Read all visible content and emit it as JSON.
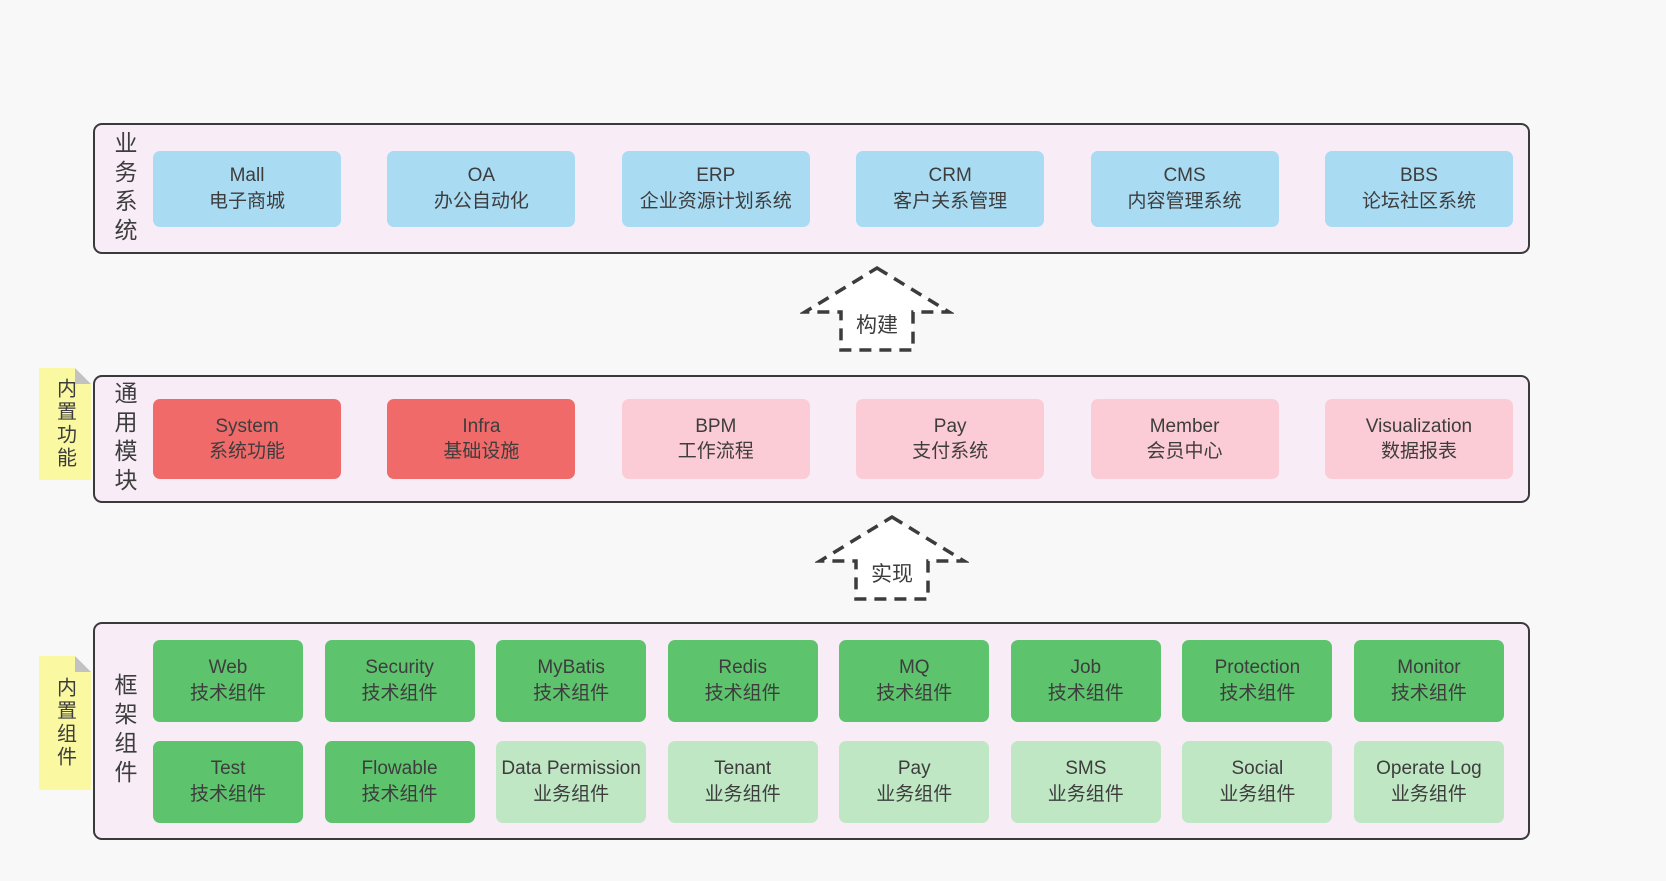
{
  "colors": {
    "background": "#f8f8f8",
    "panel_bg": "#f8edf7",
    "panel_border": "#3a3a3a",
    "blue": "#a9dbf3",
    "red": "#f16a6a",
    "pink": "#fbccd5",
    "green_dark": "#5ec36d",
    "green_light": "#bfe7c4",
    "yellow": "#faf8a0",
    "fold_gray": "#c2c2c2",
    "text": "#3d3d3d",
    "arrow": "#3c3c3c"
  },
  "arrows": [
    {
      "label": "构建"
    },
    {
      "label": "实现"
    }
  ],
  "panels": [
    {
      "label": "业务系统",
      "items": [
        {
          "name": "Mall",
          "sub": "电子商城"
        },
        {
          "name": "OA",
          "sub": "办公自动化"
        },
        {
          "name": "ERP",
          "sub": "企业资源计划系统"
        },
        {
          "name": "CRM",
          "sub": "客户关系管理"
        },
        {
          "name": "CMS",
          "sub": "内容管理系统"
        },
        {
          "name": "BBS",
          "sub": "论坛社区系统"
        }
      ]
    },
    {
      "label": "通用模块",
      "tab": "内置功能",
      "items": [
        {
          "name": "System",
          "sub": "系统功能"
        },
        {
          "name": "Infra",
          "sub": "基础设施"
        },
        {
          "name": "BPM",
          "sub": "工作流程"
        },
        {
          "name": "Pay",
          "sub": "支付系统"
        },
        {
          "name": "Member",
          "sub": "会员中心"
        },
        {
          "name": "Visualization",
          "sub": "数据报表"
        }
      ]
    },
    {
      "label": "框架组件",
      "tab": "内置组件",
      "row1": [
        {
          "name": "Web",
          "sub": "技术组件"
        },
        {
          "name": "Security",
          "sub": "技术组件"
        },
        {
          "name": "MyBatis",
          "sub": "技术组件"
        },
        {
          "name": "Redis",
          "sub": "技术组件"
        },
        {
          "name": "MQ",
          "sub": "技术组件"
        },
        {
          "name": "Job",
          "sub": "技术组件"
        },
        {
          "name": "Protection",
          "sub": "技术组件"
        },
        {
          "name": "Monitor",
          "sub": "技术组件"
        }
      ],
      "row2": [
        {
          "name": "Test",
          "sub": "技术组件"
        },
        {
          "name": "Flowable",
          "sub": "技术组件"
        },
        {
          "name": "Data Permission",
          "sub": "业务组件"
        },
        {
          "name": "Tenant",
          "sub": "业务组件"
        },
        {
          "name": "Pay",
          "sub": "业务组件"
        },
        {
          "name": "SMS",
          "sub": "业务组件"
        },
        {
          "name": "Social",
          "sub": "业务组件"
        },
        {
          "name": "Operate Log",
          "sub": "业务组件"
        }
      ]
    }
  ]
}
